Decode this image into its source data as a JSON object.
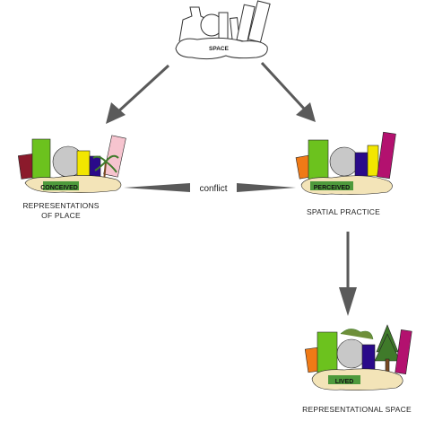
{
  "diagram": {
    "top_node": {
      "label": "SPACE"
    },
    "left_node": {
      "badge": "CONCEIVED",
      "caption_line1": "REPRESENTATIONS",
      "caption_line2": "OF PLACE"
    },
    "right_node": {
      "badge": "PERCEIVED",
      "caption": "SPATIAL PRACTICE"
    },
    "bottom_node": {
      "badge": "LIVED",
      "caption": "REPRESENTATIONAL SPACE"
    },
    "edge_left_right": {
      "label": "conflict"
    }
  },
  "colors": {
    "arrow": "#5a5a5a",
    "island": "#f3e4b8",
    "grass": "#4e9a3c",
    "dark_red": "#8b1a2b",
    "green": "#6cc21e",
    "gray": "#c8c8c8",
    "yellow": "#f2e600",
    "purple": "#2a0a8a",
    "pink": "#f6c4cf",
    "magenta": "#b3116f",
    "orange": "#f07a16",
    "brown": "#7a4a22",
    "tree": "#3f7a2a"
  }
}
